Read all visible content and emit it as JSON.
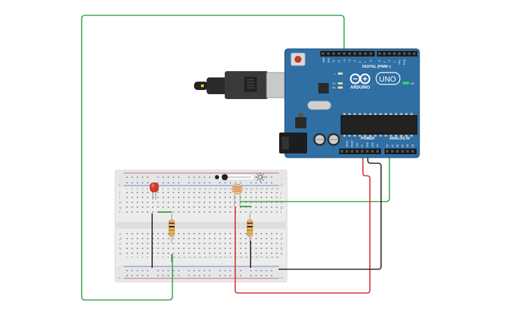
{
  "board": {
    "brand": "ARDUINO",
    "model": "UNO",
    "digital_label": "DIGITAL (PWM~)",
    "power_label": "POWER",
    "analog_label": "ANALOG IN",
    "on_label": "ON",
    "l_label": "L",
    "tx_label": "TX",
    "rx_label": "RX",
    "aref_label": "AREF",
    "gnd_label": "GND",
    "digital_pins": [
      "13",
      "12",
      "~11",
      "~10",
      "~9",
      "8",
      "7",
      "~6",
      "~5",
      "4",
      "~3",
      "2",
      "TX▸1",
      "RX◂0"
    ],
    "power_pins": [
      "IOREF",
      "RESET",
      "3.3V",
      "5V",
      "GND",
      "GND",
      "Vin"
    ],
    "analog_pins": [
      "A0",
      "A1",
      "A2",
      "A3",
      "A4",
      "A5"
    ]
  },
  "breadboard": {
    "row_labels_top": [
      "j",
      "i",
      "h",
      "g",
      "f"
    ],
    "row_labels_bottom": [
      "e",
      "d",
      "c",
      "b",
      "a"
    ],
    "plus": "+",
    "minus": "−"
  },
  "colors": {
    "board": "#2f6fa3",
    "board_dark": "#1e4e78",
    "wire_green": "#3aa64a",
    "wire_red": "#d12c2c",
    "wire_black": "#222222",
    "breadboard": "#eeeeee",
    "led": "#d63a2a"
  }
}
